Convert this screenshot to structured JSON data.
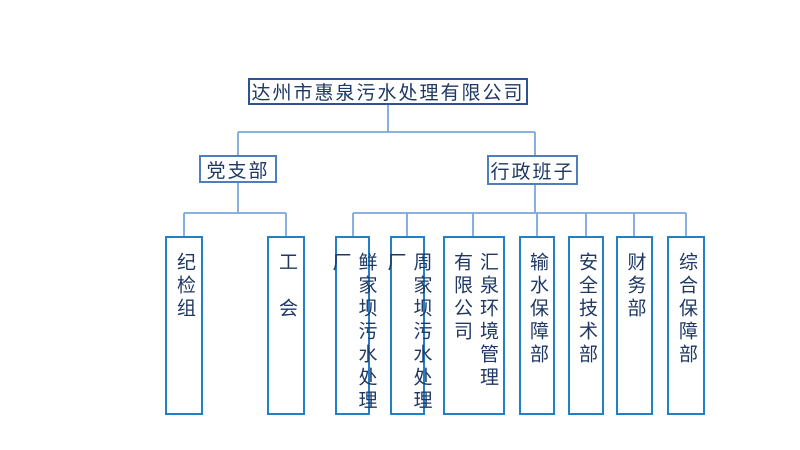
{
  "org_chart": {
    "root": {
      "label": "达州市惠泉污水处理有限公司"
    },
    "branches": [
      {
        "label": "党支部",
        "children": [
          {
            "label": "纪检组"
          },
          {
            "label": "工　会"
          }
        ]
      },
      {
        "label": "行政班子",
        "children": [
          {
            "label": "鲜家坝污水处理厂"
          },
          {
            "label": "周家坝污水处理厂"
          },
          {
            "label": "汇泉环境管理\n有限公司"
          },
          {
            "label": "输水保障部"
          },
          {
            "label": "安全技术部"
          },
          {
            "label": "财务部"
          },
          {
            "label": "综合保障部"
          }
        ]
      }
    ],
    "colors": {
      "connector": "#7BA7DA",
      "root_border": "#2E5394",
      "branch_border": "#4E7FBA",
      "child_border": "#2180C8",
      "text": "#1F3864"
    }
  }
}
